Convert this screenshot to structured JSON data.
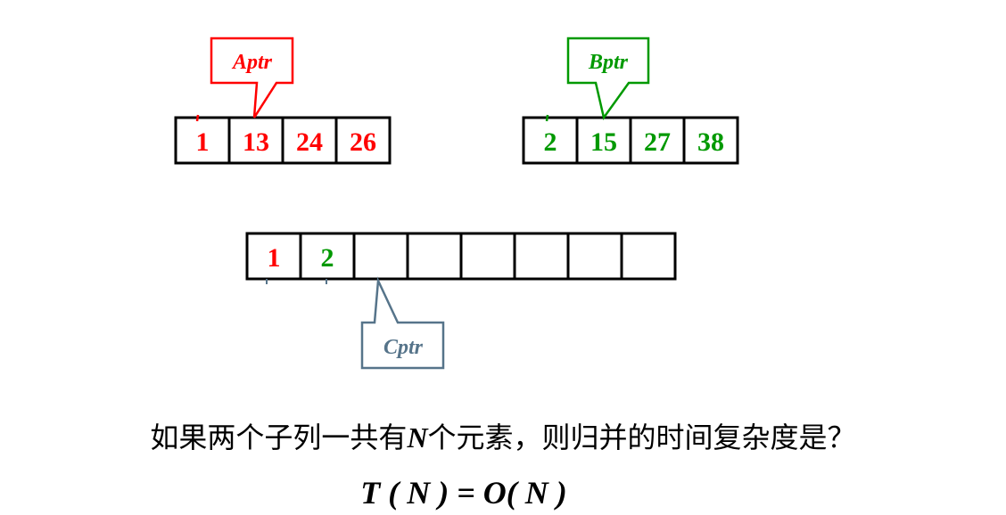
{
  "colors": {
    "a": "#ff0000",
    "b": "#009900",
    "c": "#56748a",
    "border": "#000000"
  },
  "array_a": {
    "pointer_label": "Aptr",
    "values": [
      "1",
      "13",
      "24",
      "26"
    ]
  },
  "array_b": {
    "pointer_label": "Bptr",
    "values": [
      "2",
      "15",
      "27",
      "38"
    ]
  },
  "array_c": {
    "pointer_label": "Cptr",
    "values": [
      "1",
      "2",
      "",
      "",
      "",
      "",
      "",
      ""
    ],
    "cell_colors": [
      "a",
      "b"
    ]
  },
  "question": {
    "before": "如果两个子列一共有",
    "n": "N",
    "after": "个元素，则归并的时间复杂度是？"
  },
  "formula": "T ( N ) = O( N )"
}
